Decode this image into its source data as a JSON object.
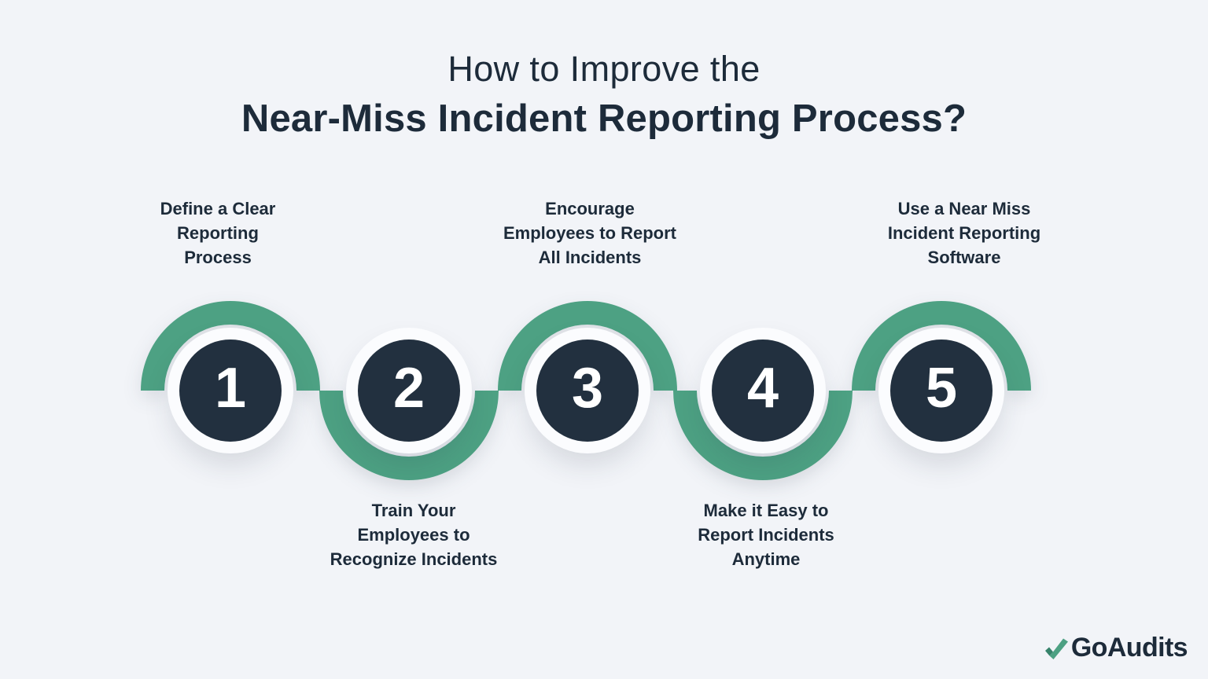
{
  "title": {
    "line1": "How to Improve the",
    "line2": "Near-Miss Incident Reporting Process?"
  },
  "steps": [
    {
      "number": "1",
      "position": "top",
      "label_lines": [
        "Define a Clear",
        "Reporting",
        "Process"
      ]
    },
    {
      "number": "2",
      "position": "bottom",
      "label_lines": [
        "Train Your",
        "Employees to",
        "Recognize Incidents"
      ]
    },
    {
      "number": "3",
      "position": "top",
      "label_lines": [
        "Encourage",
        "Employees to Report",
        "All Incidents"
      ]
    },
    {
      "number": "4",
      "position": "bottom",
      "label_lines": [
        "Make it Easy to",
        "Report Incidents",
        "Anytime"
      ]
    },
    {
      "number": "5",
      "position": "top",
      "label_lines": [
        "Use a Near Miss",
        "Incident Reporting",
        "Software"
      ]
    }
  ],
  "logo": {
    "text": "GoAudits"
  },
  "colors": {
    "background": "#f2f4f8",
    "wave_green": "#4da183",
    "check_dark_green": "#37836b",
    "circle_navy": "#22303f",
    "text_navy": "#1d2b3a",
    "halo_white": "#fbfcfe"
  }
}
